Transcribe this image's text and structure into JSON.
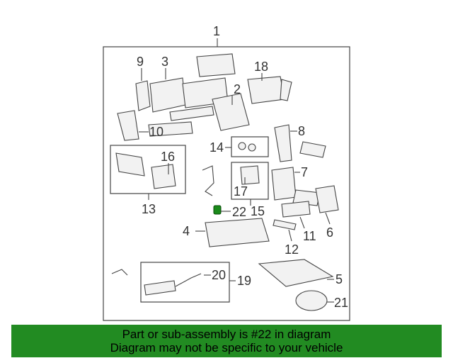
{
  "callouts": {
    "c1": "1",
    "c2": "2",
    "c3": "3",
    "c4": "4",
    "c5": "5",
    "c6": "6",
    "c7": "7",
    "c8": "8",
    "c9": "9",
    "c10": "10",
    "c11": "11",
    "c12": "12",
    "c13": "13",
    "c14": "14",
    "c15": "15",
    "c16": "16",
    "c17": "17",
    "c18": "18",
    "c19": "19",
    "c20": "20",
    "c21": "21",
    "c22": "22"
  },
  "banner": {
    "line1": "Part or sub-assembly is #22 in diagram",
    "line2": "Diagram may not be specific to your vehicle"
  },
  "colors": {
    "banner_bg": "#228b22",
    "highlight_part": "#1a8a1a",
    "line": "#444444"
  }
}
